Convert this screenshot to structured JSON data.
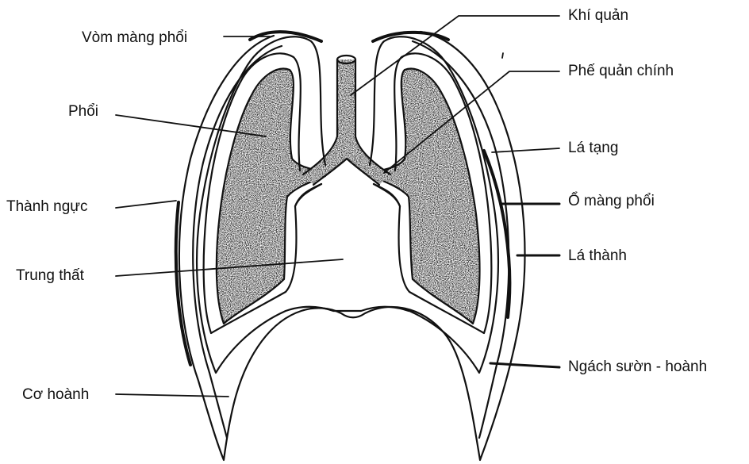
{
  "labels": {
    "vom_mang_phoi": "Vòm màng phổi",
    "phoi": "Phổi",
    "thanh_nguc": "Thành ngực",
    "trung_that": "Trung thất",
    "co_hoanh": "Cơ hoành",
    "khi_quan": "Khí quản",
    "phe_quan_chinh": "Phế quản chính",
    "la_tang": "Lá tạng",
    "o_mang_phoi": "Ổ màng phổi",
    "la_thanh": "Lá thành",
    "ngach_suon_hoanh": "Ngách sườn - hoành"
  },
  "colors": {
    "ink": "#111111",
    "lung_fill": "#b8b8b8",
    "background": "#ffffff"
  }
}
